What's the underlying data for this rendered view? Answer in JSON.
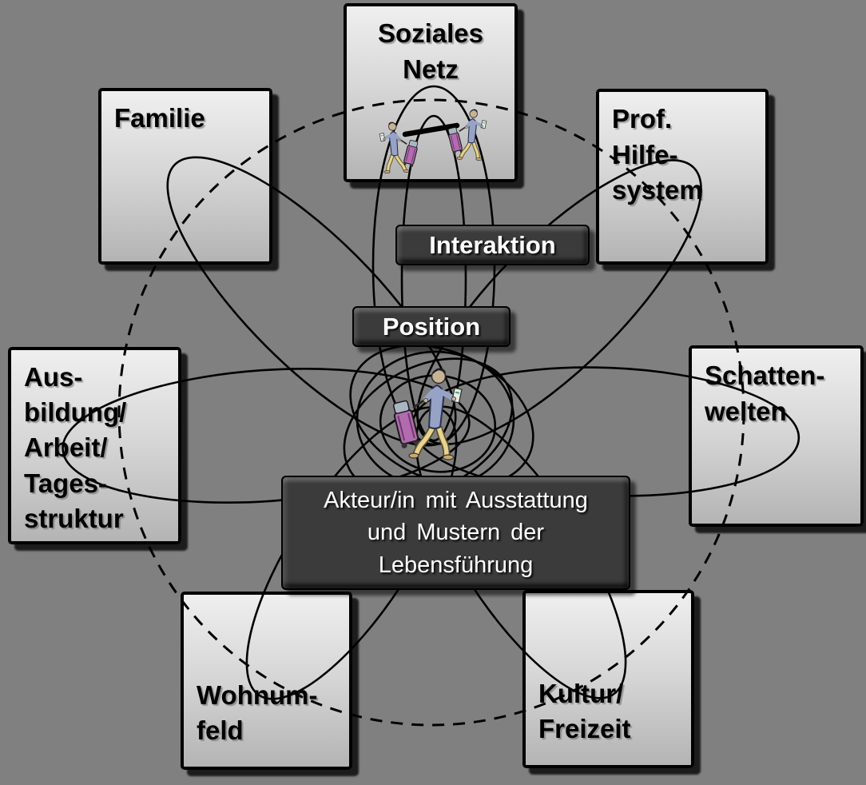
{
  "diagram": {
    "title": "Lebensführung / Akteur-Umwelt Diagramm",
    "background_color": "#808080",
    "box_gradient": [
      "#efefef",
      "#b4b4b4"
    ],
    "pill_color": "#3b3b3b",
    "line_color": "#000000"
  },
  "boxes": {
    "soziales_netz": {
      "lines": [
        "Soziales",
        "Netz"
      ]
    },
    "familie": {
      "lines": [
        "Familie"
      ]
    },
    "prof_hilfesystem": {
      "lines": [
        "Prof.",
        "Hilfe-",
        "system"
      ]
    },
    "ausbildung_arbeit_tagesstruktur": {
      "lines": [
        "Aus-",
        "bildung/",
        "Arbeit/",
        "Tages-",
        "struktur"
      ]
    },
    "schattenwelten": {
      "lines": [
        "Schatten-",
        "welten"
      ]
    },
    "wohnumfeld": {
      "lines": [
        "Wohnum-",
        "feld"
      ]
    },
    "kultur_freizeit": {
      "lines": [
        "Kultur/",
        "Freizeit"
      ]
    }
  },
  "labels": {
    "interaktion": "Interaktion",
    "position": "Position",
    "akteur_lines": [
      "Akteur/in mit Ausstattung",
      "und Mustern der",
      "Lebensführung"
    ]
  },
  "icons": {
    "traveler": "traveler-with-suitcase",
    "connection": "connection-line",
    "suitcase_color": "#b36bb0",
    "jacket_color": "#97a3c6",
    "pants_color": "#e8d38f"
  }
}
